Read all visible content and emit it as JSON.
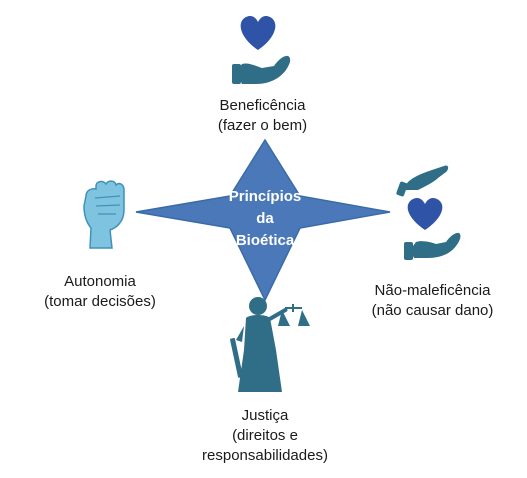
{
  "colors": {
    "star_fill": "#4a78b8",
    "star_stroke": "#3a6aa8",
    "heart": "#2f53a6",
    "hand": "#2f6e86",
    "fist": "#7ec3df",
    "fist_stroke": "#3f92b8",
    "justice": "#2f6e86"
  },
  "center": {
    "line1": "Princípios",
    "line2": "da",
    "line3": "Bioética"
  },
  "nodes": {
    "top": {
      "title": "Beneficência",
      "subtitle": "(fazer o bem)",
      "icons": [
        "heart-icon",
        "open-hand-icon"
      ]
    },
    "left": {
      "title": "Autonomia",
      "subtitle": "(tomar decisões)",
      "icons": [
        "raised-fist-icon"
      ]
    },
    "right": {
      "title": "Não-maleficência",
      "subtitle": "(não causar dano)",
      "icons": [
        "protective-hands-heart-icon"
      ]
    },
    "bottom": {
      "title": "Justiça",
      "subtitle_line1": "(direitos e",
      "subtitle_line2": "responsabilidades)",
      "icons": [
        "lady-justice-icon"
      ]
    }
  }
}
